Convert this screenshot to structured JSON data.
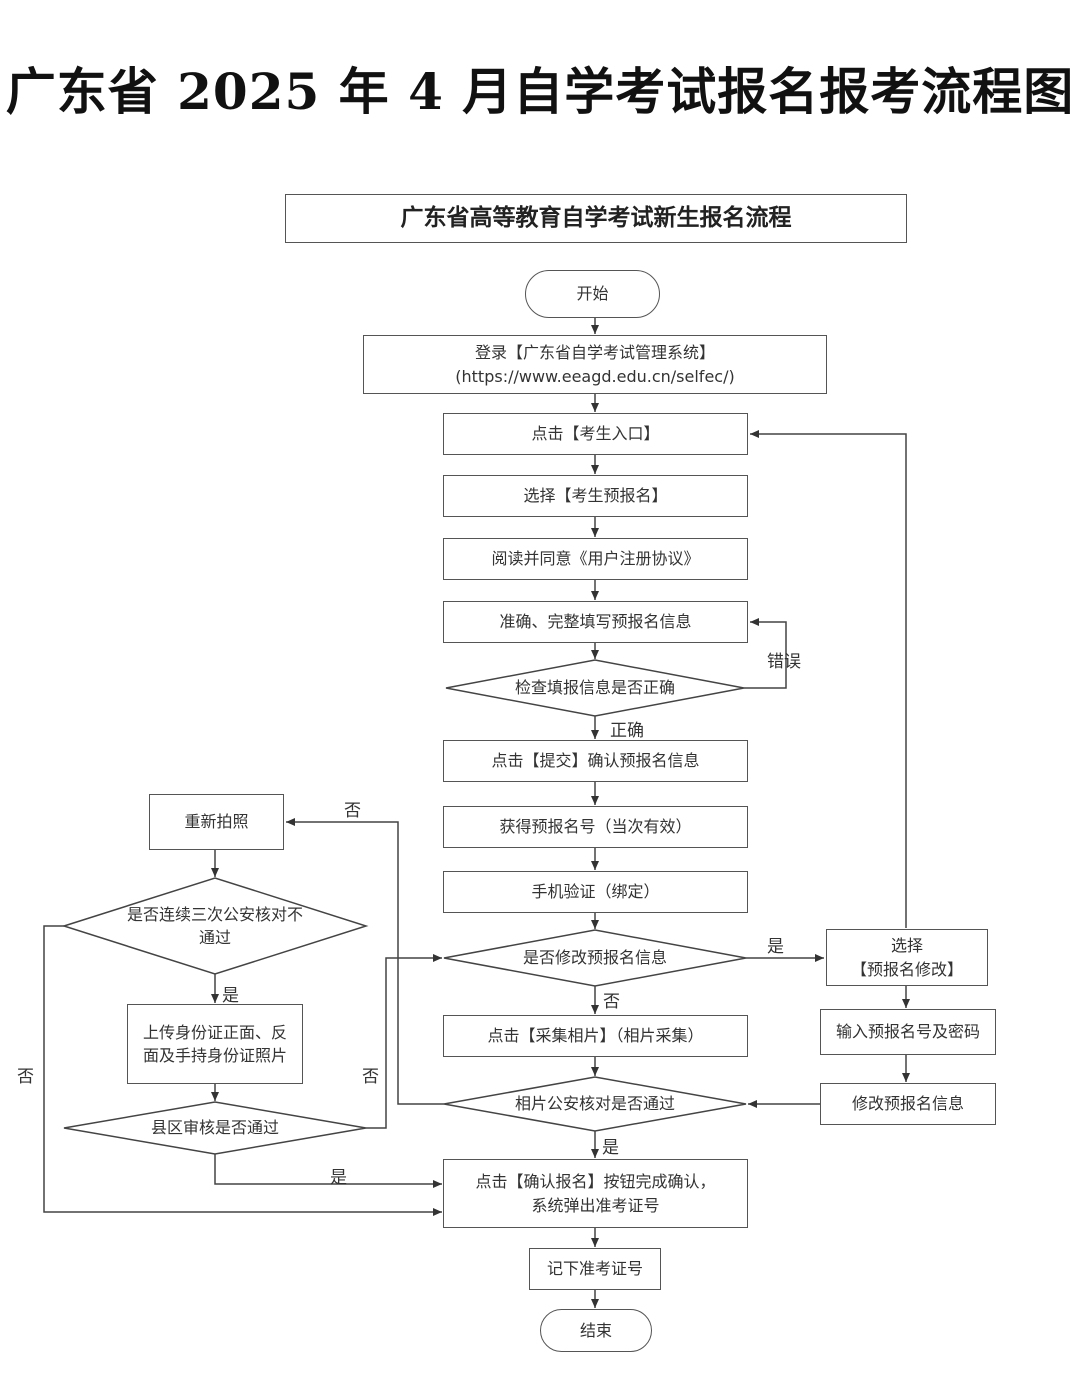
{
  "title": "广东省 2025 年 4 月自学考试报名报考流程图",
  "header": "广东省高等教育自学考试新生报名流程",
  "nodes": {
    "start": "开始",
    "login_line1": "登录【广东省自学考试管理系统】",
    "login_line2": "(https://www.eeagd.edu.cn/selfec/)",
    "click_entry": "点击【考生入口】",
    "select_prereg": "选择【考生预报名】",
    "read_agree": "阅读并同意《用户注册协议》",
    "fill_info": "准确、完整填写预报名信息",
    "check_info": "检查填报信息是否正确",
    "submit": "点击【提交】确认预报名信息",
    "get_number": "获得预报名号（当次有效）",
    "phone_verify": "手机验证（绑定）",
    "modify_q": "是否修改预报名信息",
    "select_modify_line1": "选择",
    "select_modify_line2": "【预报名修改】",
    "input_number": "输入预报名号及密码",
    "modify_info": "修改预报名信息",
    "photo": "点击【采集相片】（相片采集）",
    "photo_check": "相片公安核对是否通过",
    "retake": "重新拍照",
    "three_times_line1": "是否连续三次公安核对不",
    "three_times_line2": "通过",
    "upload_line1": "上传身份证正面、反",
    "upload_line2": "面及手持身份证照片",
    "county_review": "县区审核是否通过",
    "confirm_line1": "点击【确认报名】按钮完成确认，",
    "confirm_line2": "系统弹出准考证号",
    "record": "记下准考证号",
    "end": "结束"
  },
  "labels": {
    "error": "错误",
    "correct": "正确",
    "yes_modify": "是",
    "no_modify": "否",
    "yes_photo": "是",
    "no_photo": "否",
    "yes_three": "是",
    "no_three": "否",
    "no_county": "否",
    "yes_county": "是"
  }
}
